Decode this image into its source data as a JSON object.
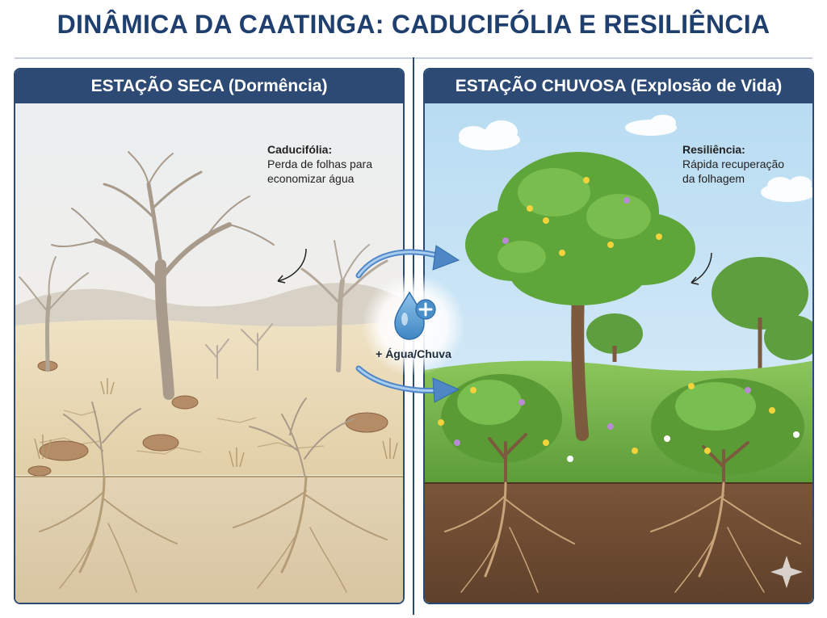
{
  "title": "DINÂMICA DA CAATINGA: CADUCIFÓLIA E RESILIÊNCIA",
  "left_panel": {
    "header": "ESTAÇÃO SECA (Dormência)",
    "note_title": "Caducifólia:",
    "note_line1": "Perda de folhas para",
    "note_line2": "economizar água"
  },
  "right_panel": {
    "header": "ESTAÇÃO CHUVOSA (Explosão de Vida)",
    "note_title": "Resiliência:",
    "note_line1": "Rápida recuperação",
    "note_line2": "da folhagem"
  },
  "center": {
    "label": "+ Água/Chuva",
    "icon": "water-drop-plus-icon"
  },
  "colors": {
    "title": "#1f3f6e",
    "header_bg": "#2c4a73",
    "dry_soil": "#e6d6b5",
    "wet_grass": "#6fae4a",
    "wet_soil": "#6b4a33",
    "arrow": "#4f86c6"
  }
}
